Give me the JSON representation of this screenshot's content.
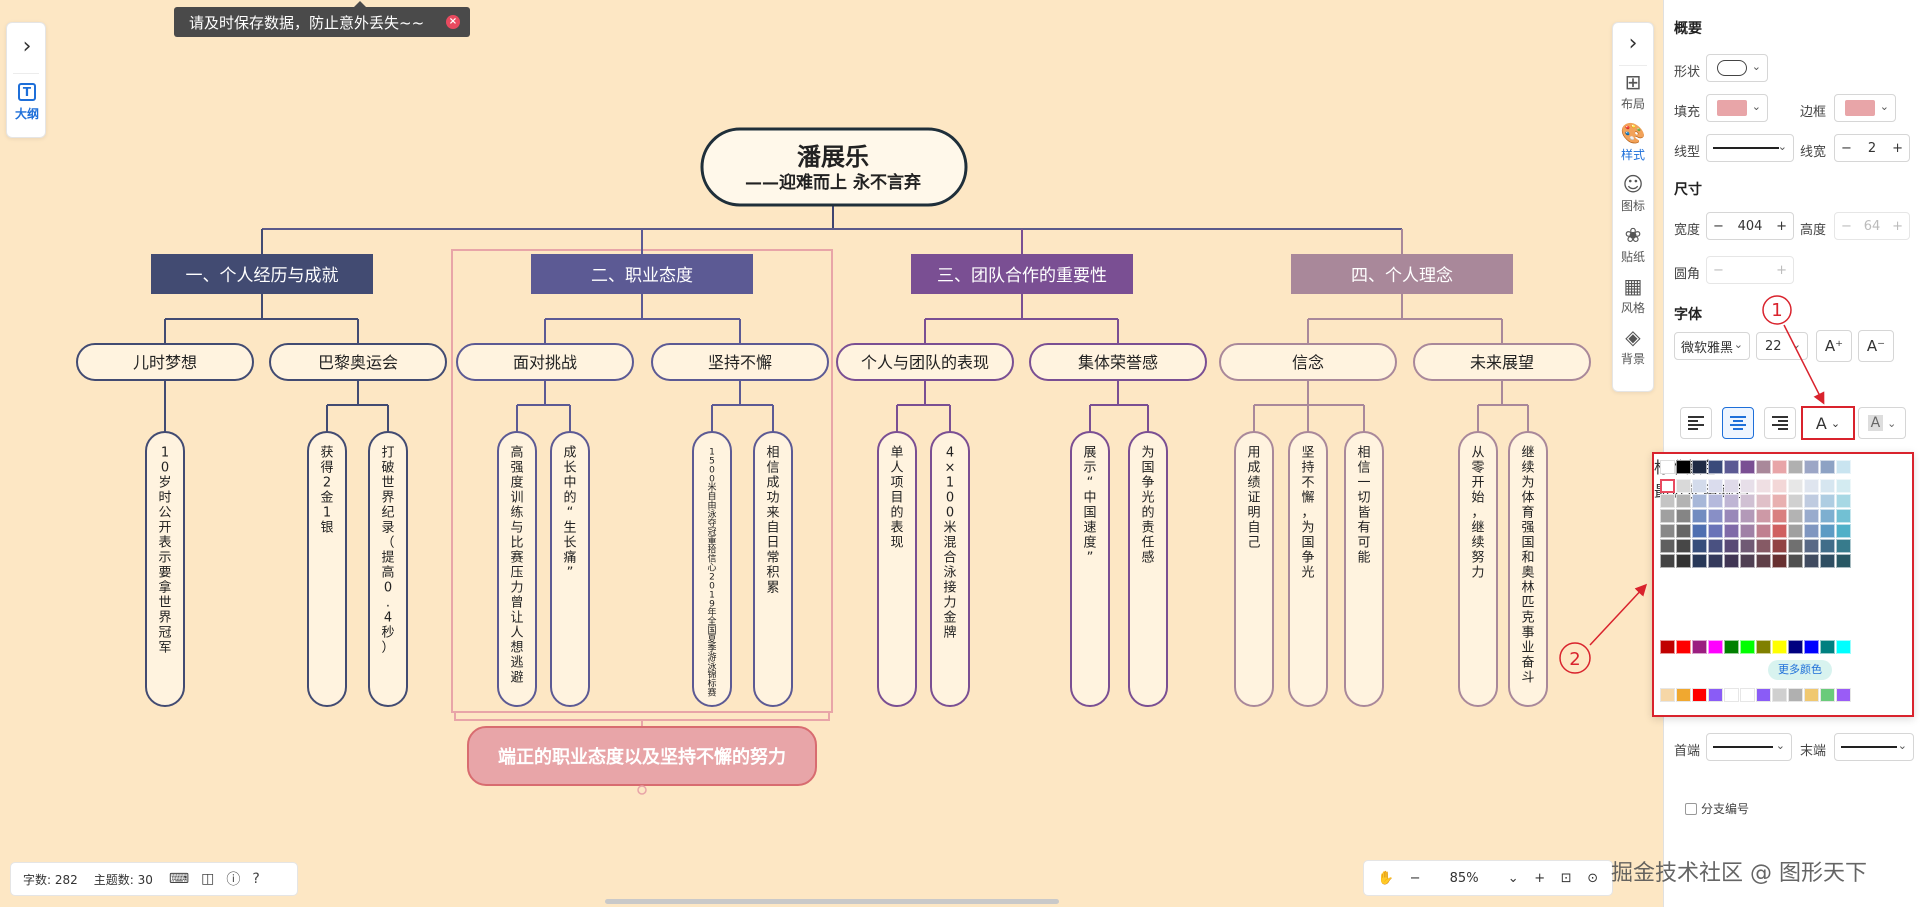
{
  "toast": {
    "text": "请及时保存数据，防止意外丢失~~",
    "close_icon": "×"
  },
  "left_bar": {
    "expand_icon": "›",
    "outline_label": "大纲"
  },
  "tool_strip": {
    "expand_icon": "›",
    "items": [
      {
        "id": "layout",
        "label": "布局",
        "icon": "⊞"
      },
      {
        "id": "style",
        "label": "样式",
        "icon": "🎨"
      },
      {
        "id": "icon",
        "label": "图标",
        "icon": "☺"
      },
      {
        "id": "sticker",
        "label": "贴纸",
        "icon": "❀"
      },
      {
        "id": "theme",
        "label": "风格",
        "icon": "▦"
      },
      {
        "id": "background",
        "label": "背景",
        "icon": "◈"
      }
    ],
    "active": "style"
  },
  "mindmap": {
    "root": {
      "title": "潘展乐",
      "subtitle": "——迎难而上  永不言弃"
    },
    "branches": [
      {
        "title": "一、个人经历与成就",
        "color": "#424b72",
        "subs": [
          {
            "title": "儿时梦想",
            "leaves": [
              "10岁时公开表示要拿世界冠军"
            ]
          },
          {
            "title": "巴黎奥运会",
            "leaves": [
              "获得2金1银",
              "打破世界纪录（提高0.4秒）"
            ]
          }
        ]
      },
      {
        "title": "二、职业态度",
        "color": "#5c5a94",
        "subs": [
          {
            "title": "面对挑战",
            "leaves": [
              "高强度训练与比赛压力曾让人想逃避",
              "成长中的“生长痛”"
            ]
          },
          {
            "title": "坚持不懈",
            "leaves": [
              "1500米自由泳夺冠重拾信心 2019年全国夏季游泳锦标赛",
              "相信成功来自日常积累"
            ]
          }
        ]
      },
      {
        "title": "三、团队合作的重要性",
        "color": "#7a4f93",
        "subs": [
          {
            "title": "个人与团队的表现",
            "leaves": [
              "单人项目的表现",
              "4×100米混合泳接力金牌"
            ]
          },
          {
            "title": "集体荣誉感",
            "leaves": [
              "展示“中国速度”",
              "为国争光的责任感"
            ]
          }
        ]
      },
      {
        "title": "四、个人理念",
        "color": "#a9889a",
        "subs": [
          {
            "title": "信念",
            "leaves": [
              "用成绩证明自己",
              "坚持不懈，为国争光",
              "相信一切皆有可能"
            ]
          },
          {
            "title": "未来展望",
            "leaves": [
              "从零开始，继续努力",
              "继续为体育强国和奥林匹克事业奋斗"
            ]
          }
        ]
      }
    ],
    "summary": "端正的职业态度以及坚持不懈的努力"
  },
  "panel": {
    "overview": "概要",
    "shape_label": "形状",
    "fill_label": "填充",
    "border_label": "边框",
    "line_type_label": "线型",
    "line_width_label": "线宽",
    "line_width_value": "2",
    "size_title": "尺寸",
    "width_label": "宽度",
    "width_value": "404",
    "height_label": "高度",
    "height_value": "64",
    "radius_label": "圆角",
    "font_title": "字体",
    "font_family": "微软雅黑",
    "font_size": "22",
    "font_increase": "A⁺",
    "font_decrease": "A⁻",
    "font_color_label": "A",
    "highlight_label": "A",
    "minus": "−",
    "plus": "+",
    "first_end_label": "首端",
    "last_end_label": "末端",
    "branch_number_label": "分支编号",
    "fill_color": "#e8a5a8",
    "border_color": "#e8a5a8"
  },
  "picker": {
    "standard_title": "标准颜色",
    "recent_title": "最近使用颜色",
    "more_label": "更多颜色",
    "top_row": [
      "#000000",
      "#1f2a44",
      "#3a4a7a",
      "#5c5a94",
      "#7a4f93",
      "#a9889a",
      "#e8a5a8",
      "#b0b0b0",
      "#9ca6c6",
      "#8da2c4",
      "#c9e4f0"
    ],
    "column_bases": [
      "#888888",
      "#666666",
      "#4f6fb0",
      "#6a73b8",
      "#7f6aa8",
      "#a080a6",
      "#c08090",
      "#d06060",
      "#a0a0a0",
      "#7f96c0",
      "#5c9bc4",
      "#4fb0c8"
    ],
    "standard": [
      "#c00000",
      "#ff0000",
      "#9b1e80",
      "#ff00ff",
      "#008000",
      "#00ff00",
      "#808000",
      "#ffff00",
      "#000080",
      "#0000ff",
      "#008080",
      "#00ffff"
    ],
    "recent": [
      "#f6d7a7",
      "#f0a830",
      "#ff0000",
      "#8a5cf6",
      "#ffffff",
      "#ffffff",
      "#8a5cf6",
      "#cfcfcf",
      "#b0b0b0",
      "#f0c870",
      "#6acb7a",
      "#9a5cf6"
    ]
  },
  "status_bar": {
    "word_count": "字数: 282",
    "topic_count": "主题数: 30"
  },
  "zoom": {
    "value": "85%",
    "minus": "−",
    "plus": "+"
  },
  "annotations": {
    "marker1": "1",
    "marker2": "2"
  },
  "watermark": "掘金技术社区 @ 图形天下"
}
